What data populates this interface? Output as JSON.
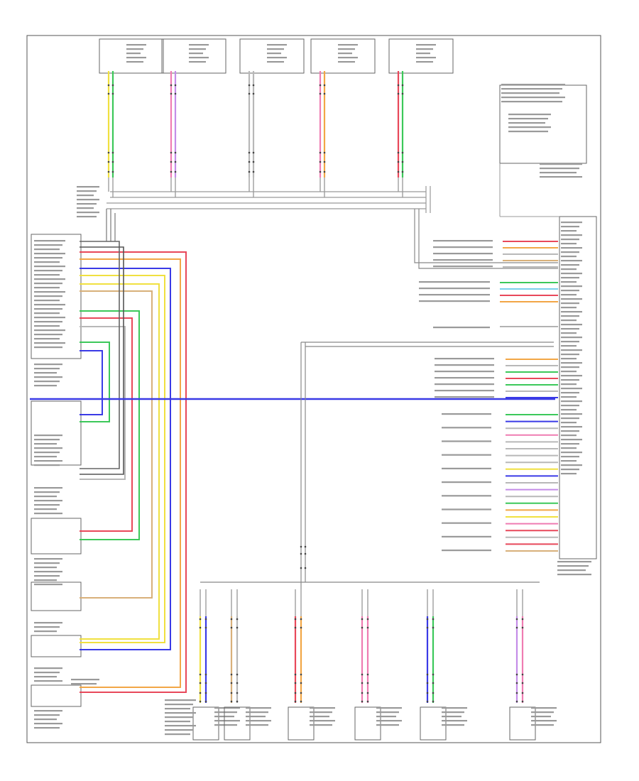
{
  "diagram": {
    "footer_code": ""
  },
  "palette": {
    "yellow": "#f0e040",
    "green": "#3cc85a",
    "pink": "#ef7cb2",
    "violet": "#c48ce8",
    "gray": "#b8b8b8",
    "orange": "#f2a646",
    "red": "#e8485a",
    "blue": "#3a3ae6",
    "lightblue": "#7ad0ec",
    "tan": "#d8b07a",
    "black": "#333333"
  },
  "top_modules": [
    {
      "id": "m1",
      "colors": [
        "yellow",
        "green"
      ]
    },
    {
      "id": "m2",
      "colors": [
        "pink",
        "violet"
      ]
    },
    {
      "id": "m3",
      "colors": [
        "gray",
        "gray"
      ]
    },
    {
      "id": "m4",
      "colors": [
        "pink",
        "orange"
      ]
    },
    {
      "id": "m5",
      "colors": [
        "red",
        "green"
      ]
    }
  ],
  "bottom_modules": [
    {
      "id": "b1",
      "colors": [
        "yellow",
        "blue"
      ]
    },
    {
      "id": "b2",
      "colors": [
        "tan",
        "gray"
      ]
    },
    {
      "id": "b3",
      "colors": [
        "red",
        "orange"
      ]
    },
    {
      "id": "b4",
      "colors": [
        "pink",
        "pink"
      ]
    },
    {
      "id": "b5",
      "colors": [
        "blue",
        "green"
      ]
    },
    {
      "id": "b6",
      "colors": [
        "violet",
        "pink"
      ]
    }
  ],
  "left_loops": [
    "red",
    "orange",
    "blue",
    "yellow",
    "yellow",
    "tan",
    "green",
    "red",
    "gray",
    "green",
    "blue"
  ],
  "right_upper_wires": [
    "red",
    "orange",
    "gray",
    "tan",
    "gray"
  ],
  "right_middle_wires": [
    "green",
    "lightblue",
    "red",
    "orange"
  ],
  "right_lower_wires": [
    "orange",
    "gray",
    "green",
    "red",
    "green",
    "gray",
    "blue"
  ],
  "right_bottom_wires": [
    "green",
    "blue",
    "gray",
    "pink",
    "gray",
    "gray",
    "gray",
    "gray",
    "yellow",
    "blue",
    "gray",
    "violet",
    "gray",
    "green",
    "orange",
    "yellow",
    "pink",
    "red",
    "gray",
    "red",
    "tan"
  ]
}
